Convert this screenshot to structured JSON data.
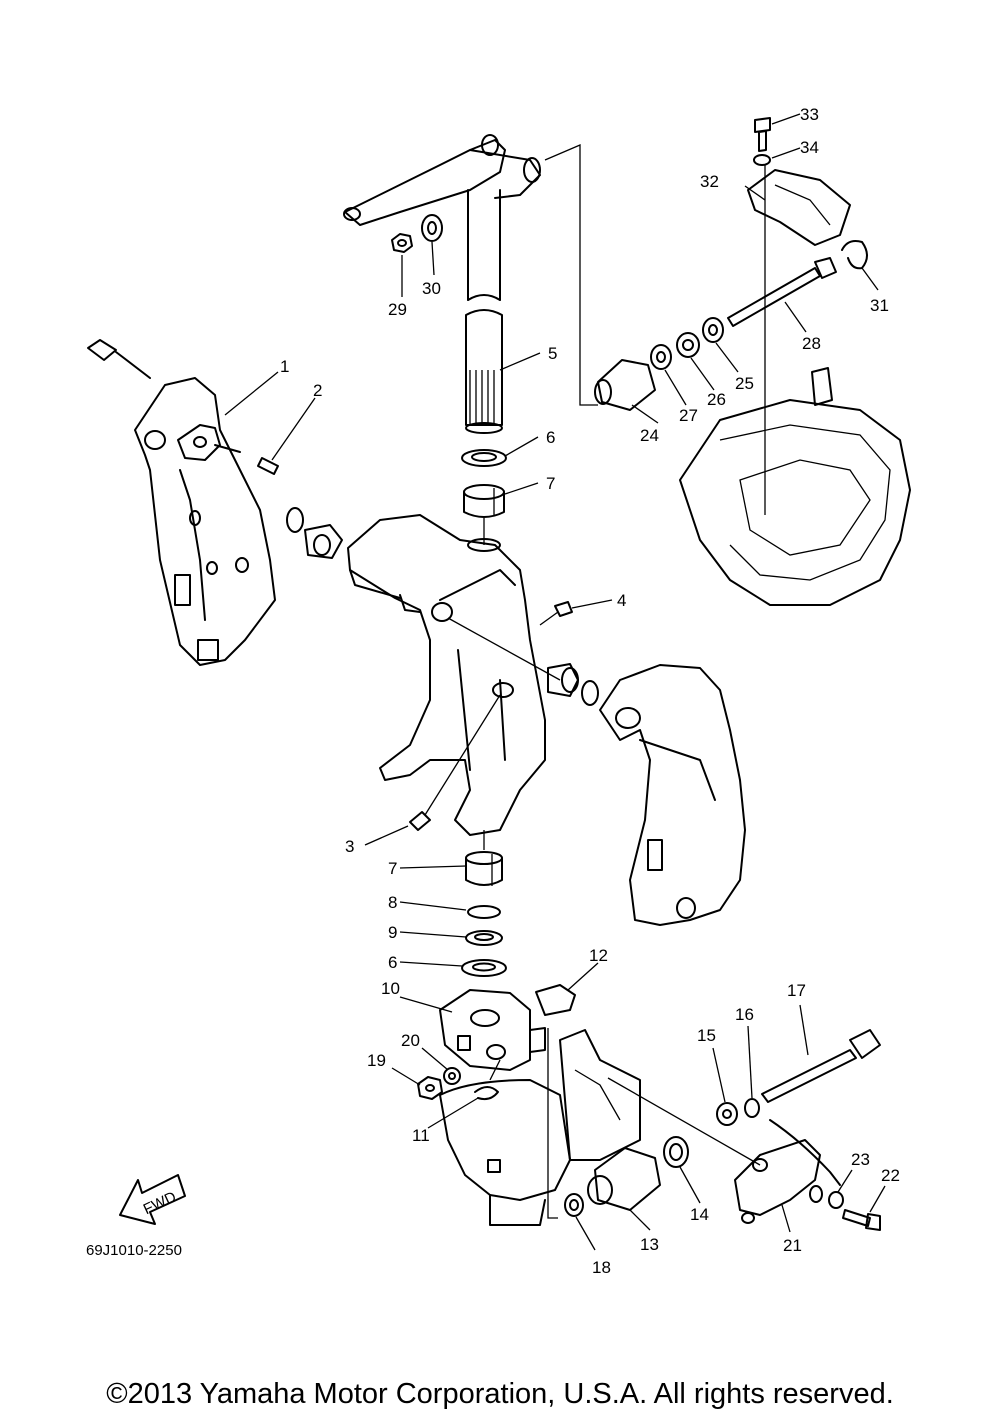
{
  "diagram_code": "69J1010-2250",
  "fwd_label": "FWD",
  "copyright": "©2013 Yamaha Motor Corporation, U.S.A. All rights reserved.",
  "callouts": [
    "1",
    "2",
    "3",
    "4",
    "5",
    "6",
    "7",
    "8",
    "9",
    "6",
    "7",
    "10",
    "11",
    "12",
    "13",
    "14",
    "15",
    "16",
    "17",
    "18",
    "19",
    "20",
    "21",
    "22",
    "23",
    "24",
    "25",
    "26",
    "27",
    "28",
    "29",
    "30",
    "31",
    "32",
    "33",
    "34"
  ]
}
